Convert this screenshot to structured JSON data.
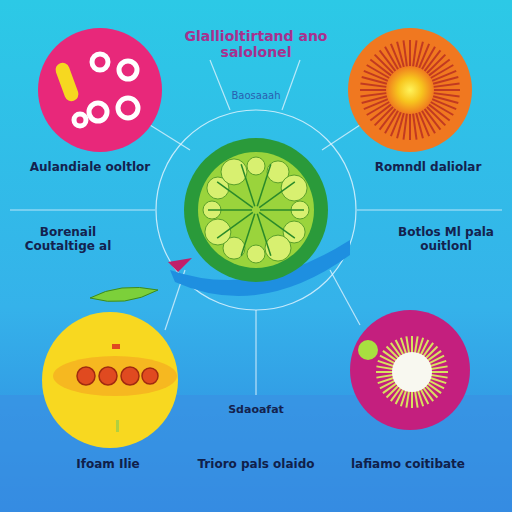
{
  "diagram": {
    "title": "Glallioltirtand ano salolonel",
    "labels": [
      "Baosaaah",
      "Aulandiale ooltlor",
      "Romndl daliolar",
      "Borenail Coutaltige al",
      "Botlos Ml pala ouitlonl",
      "Sdaoafat",
      "Ifoam Ilie",
      "Trioro pals olaido",
      "lafiamo coitibate"
    ]
  }
}
